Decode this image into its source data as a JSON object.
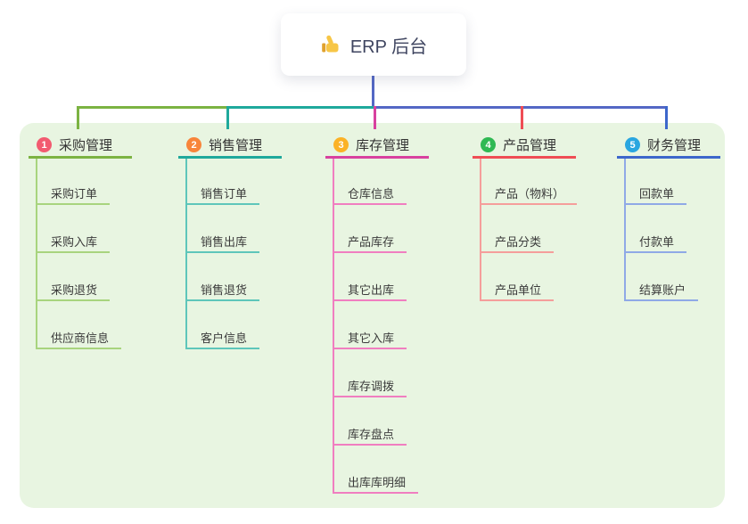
{
  "root": {
    "label": "ERP 后台",
    "icon": "thumbs-up-icon"
  },
  "colors": {
    "trunk": "#5468c5",
    "panel_bg": "#e8f5e1",
    "card_bg": "#ffffff",
    "text": "#333333"
  },
  "branches": [
    {
      "index": "1",
      "label": "采购管理",
      "badge_color": "#f25b70",
      "line_color": "#7cb342",
      "child_line_color": "#a8d47e",
      "children": [
        "采购订单",
        "采购入库",
        "采购退货",
        "供应商信息"
      ]
    },
    {
      "index": "2",
      "label": "销售管理",
      "badge_color": "#f8853b",
      "line_color": "#1fa99c",
      "child_line_color": "#5ec6ba",
      "children": [
        "销售订单",
        "销售出库",
        "销售退货",
        "客户信息"
      ]
    },
    {
      "index": "3",
      "label": "库存管理",
      "badge_color": "#fbb226",
      "line_color": "#d8419f",
      "child_line_color": "#f07ec0",
      "children": [
        "仓库信息",
        "产品库存",
        "其它出库",
        "其它入库",
        "库存调拨",
        "库存盘点",
        "出库库明细"
      ]
    },
    {
      "index": "4",
      "label": "产品管理",
      "badge_color": "#2fb953",
      "line_color": "#ef4d55",
      "child_line_color": "#f59e9b",
      "children": [
        "产品（物料）",
        "产品分类",
        "产品单位"
      ]
    },
    {
      "index": "5",
      "label": "财务管理",
      "badge_color": "#29a6e0",
      "line_color": "#3d67cb",
      "child_line_color": "#8fa9e6",
      "children": [
        "回款单",
        "付款单",
        "结算账户"
      ]
    }
  ]
}
